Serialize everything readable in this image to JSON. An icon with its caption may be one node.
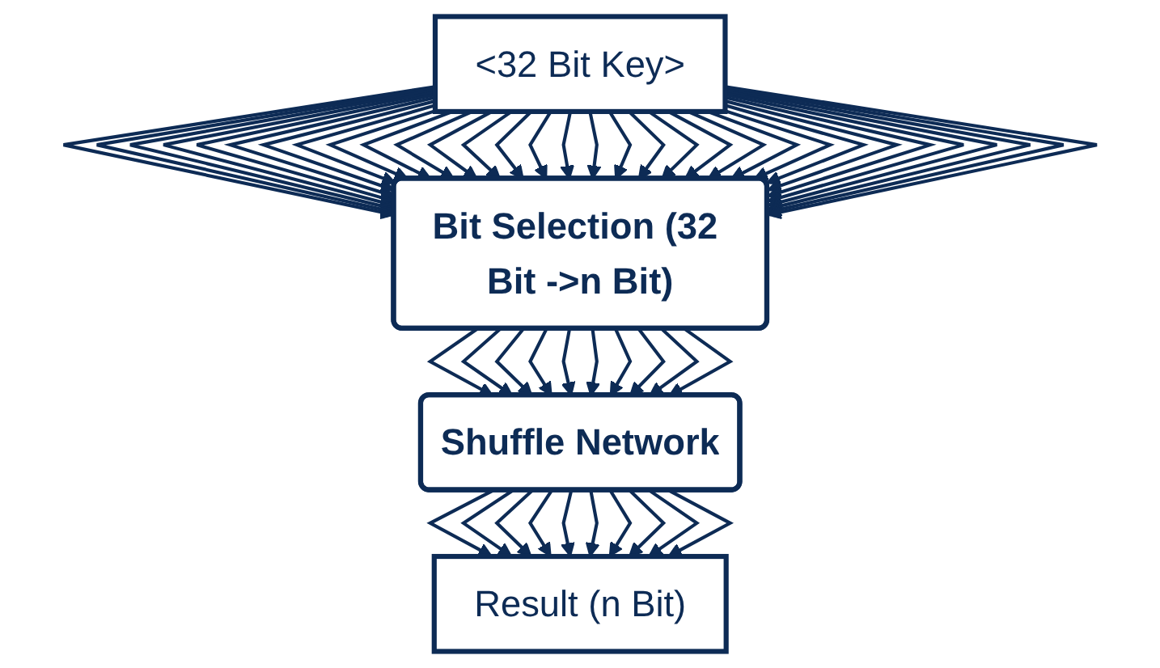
{
  "diagram": {
    "nodes": [
      {
        "text": [
          "<32 Bit Key>"
        ]
      },
      {
        "text": [
          "Bit Selection (32 Bit ->n Bit)"
        ]
      },
      {
        "text": [
          "Shuffle Network"
        ]
      },
      {
        "text": [
          "Result (n Bit)"
        ]
      }
    ],
    "edges": [
      {
        "from": 0,
        "to": 1,
        "arrow": "to"
      },
      {
        "from": 0,
        "to": 1,
        "arrow": "to"
      },
      {
        "from": 0,
        "to": 1,
        "arrow": "to"
      },
      {
        "from": 0,
        "to": 1,
        "arrow": "to"
      },
      {
        "from": 0,
        "to": 1,
        "arrow": "to"
      },
      {
        "from": 0,
        "to": 1,
        "arrow": "to"
      },
      {
        "from": 0,
        "to": 1,
        "arrow": "to"
      },
      {
        "from": 0,
        "to": 1,
        "arrow": "to"
      },
      {
        "from": 0,
        "to": 1,
        "arrow": "to"
      },
      {
        "from": 0,
        "to": 1,
        "arrow": "to"
      },
      {
        "from": 0,
        "to": 1,
        "arrow": "to"
      },
      {
        "from": 0,
        "to": 1,
        "arrow": "to"
      },
      {
        "from": 0,
        "to": 1,
        "arrow": "to"
      },
      {
        "from": 0,
        "to": 1,
        "arrow": "to"
      },
      {
        "from": 0,
        "to": 1,
        "arrow": "to"
      },
      {
        "from": 0,
        "to": 1,
        "arrow": "to"
      },
      {
        "from": 0,
        "to": 1,
        "arrow": "to"
      },
      {
        "from": 0,
        "to": 1,
        "arrow": "to"
      },
      {
        "from": 0,
        "to": 1,
        "arrow": "to"
      },
      {
        "from": 0,
        "to": 1,
        "arrow": "to"
      },
      {
        "from": 0,
        "to": 1,
        "arrow": "to"
      },
      {
        "from": 0,
        "to": 1,
        "arrow": "to"
      },
      {
        "from": 0,
        "to": 1,
        "arrow": "to"
      },
      {
        "from": 0,
        "to": 1,
        "arrow": "to"
      },
      {
        "from": 0,
        "to": 1,
        "arrow": "to"
      },
      {
        "from": 0,
        "to": 1,
        "arrow": "to"
      },
      {
        "from": 0,
        "to": 1,
        "arrow": "to"
      },
      {
        "from": 0,
        "to": 1,
        "arrow": "to"
      },
      {
        "from": 0,
        "to": 1,
        "arrow": "to"
      },
      {
        "from": 0,
        "to": 1,
        "arrow": "to"
      },
      {
        "from": 0,
        "to": 1,
        "arrow": "to"
      },
      {
        "from": 0,
        "to": 1,
        "arrow": "to"
      },
      {
        "from": 1,
        "to": 2,
        "arrow": "to"
      },
      {
        "from": 1,
        "to": 2,
        "arrow": "to"
      },
      {
        "from": 1,
        "to": 2,
        "arrow": "to"
      },
      {
        "from": 1,
        "to": 2,
        "arrow": "to"
      },
      {
        "from": 1,
        "to": 2,
        "arrow": "to"
      },
      {
        "from": 1,
        "to": 2,
        "arrow": "to"
      },
      {
        "from": 1,
        "to": 2,
        "arrow": "to"
      },
      {
        "from": 1,
        "to": 2,
        "arrow": "to"
      },
      {
        "from": 1,
        "to": 2,
        "arrow": "to"
      },
      {
        "from": 1,
        "to": 2,
        "arrow": "to"
      },
      {
        "from": 2,
        "to": 3,
        "arrow": "to"
      },
      {
        "from": 2,
        "to": 3,
        "arrow": "to"
      },
      {
        "from": 2,
        "to": 3,
        "arrow": "to"
      },
      {
        "from": 2,
        "to": 3,
        "arrow": "to"
      },
      {
        "from": 2,
        "to": 3,
        "arrow": "to"
      },
      {
        "from": 2,
        "to": 3,
        "arrow": "to"
      },
      {
        "from": 2,
        "to": 3,
        "arrow": "to"
      },
      {
        "from": 2,
        "to": 3,
        "arrow": "to"
      },
      {
        "from": 2,
        "to": 3,
        "arrow": "to"
      },
      {
        "from": 2,
        "to": 3,
        "arrow": "to"
      }
    ]
  }
}
